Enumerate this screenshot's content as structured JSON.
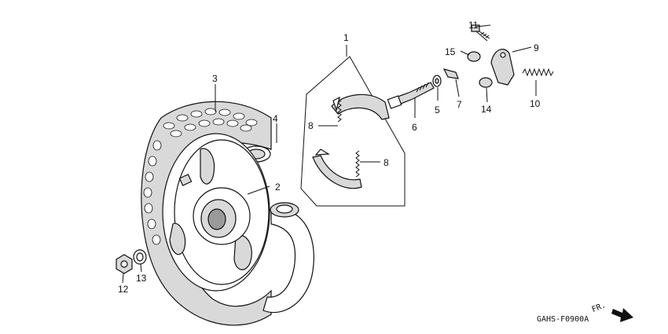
{
  "diagram": {
    "code": "GAHS-F0900A",
    "direction": "FR.",
    "callouts": {
      "c1": "1",
      "c2": "2",
      "c3": "3",
      "c4": "4",
      "c5": "5",
      "c6": "6",
      "c7": "7",
      "c8a": "8",
      "c8b": "8",
      "c9": "9",
      "c10": "10",
      "c11": "11",
      "c12": "12",
      "c13": "13",
      "c14": "14",
      "c15": "15"
    }
  }
}
